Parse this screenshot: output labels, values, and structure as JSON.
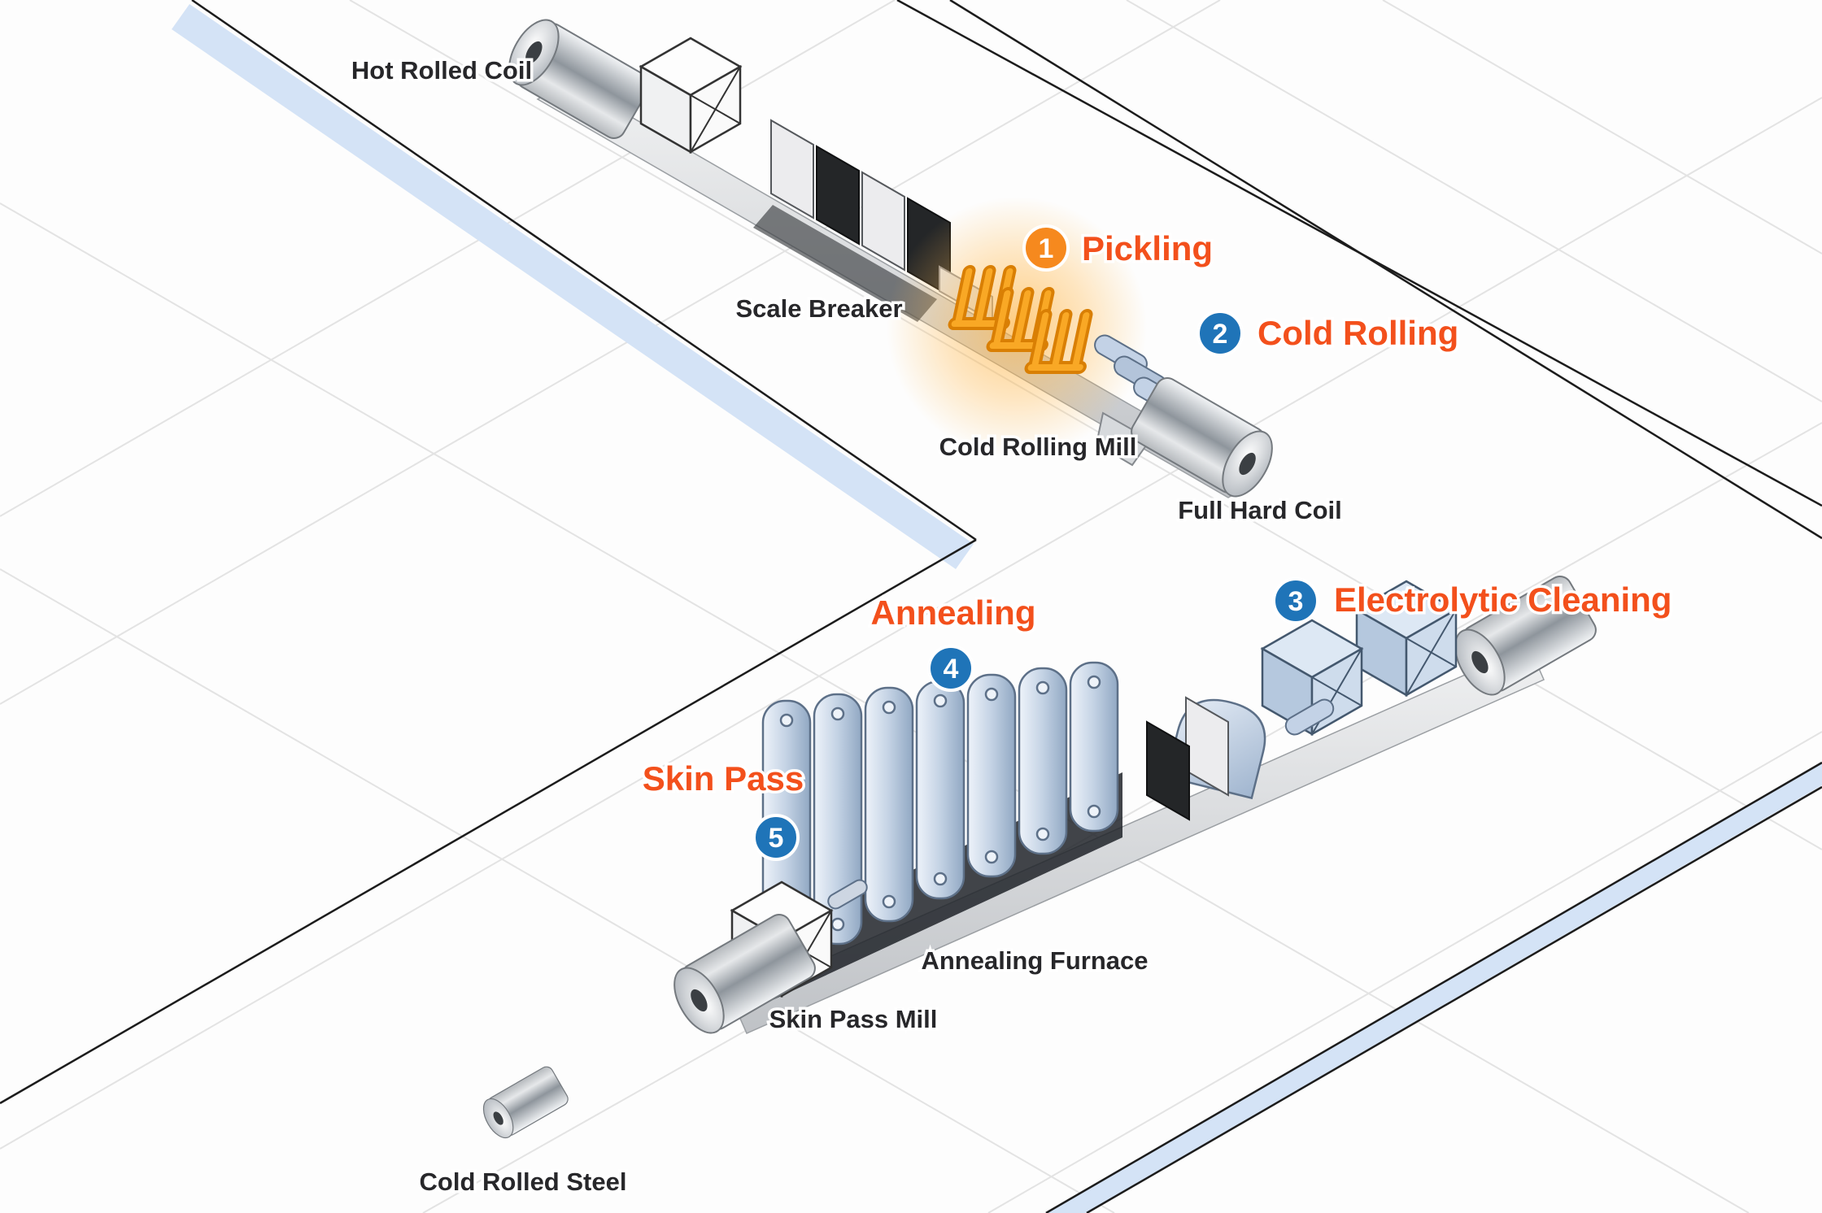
{
  "steps": [
    {
      "number": "1",
      "label": "Pickling"
    },
    {
      "number": "2",
      "label": "Cold Rolling"
    },
    {
      "number": "3",
      "label": "Electrolytic Cleaning"
    },
    {
      "number": "4",
      "label": "Annealing"
    },
    {
      "number": "5",
      "label": "Skin Pass"
    }
  ],
  "equipment": {
    "hot_rolled_coil": "Hot Rolled Coil",
    "scale_breaker": "Scale Breaker",
    "cold_rolling_mill": "Cold Rolling Mill",
    "full_hard_coil": "Full Hard Coil",
    "annealing_furnace": "Annealing Furnace",
    "skin_pass_mill": "Skin Pass Mill",
    "cold_rolled_steel": "Cold Rolled Steel"
  },
  "colors": {
    "step_label": "#f3501c",
    "badge_step1": "#f6891e",
    "badge_other": "#1f74b8",
    "equipment_label": "#27272a",
    "pickling_machine": "#f59d18",
    "machine_blue": "#bccde2",
    "floor_stripe": "#d4e3f6"
  }
}
